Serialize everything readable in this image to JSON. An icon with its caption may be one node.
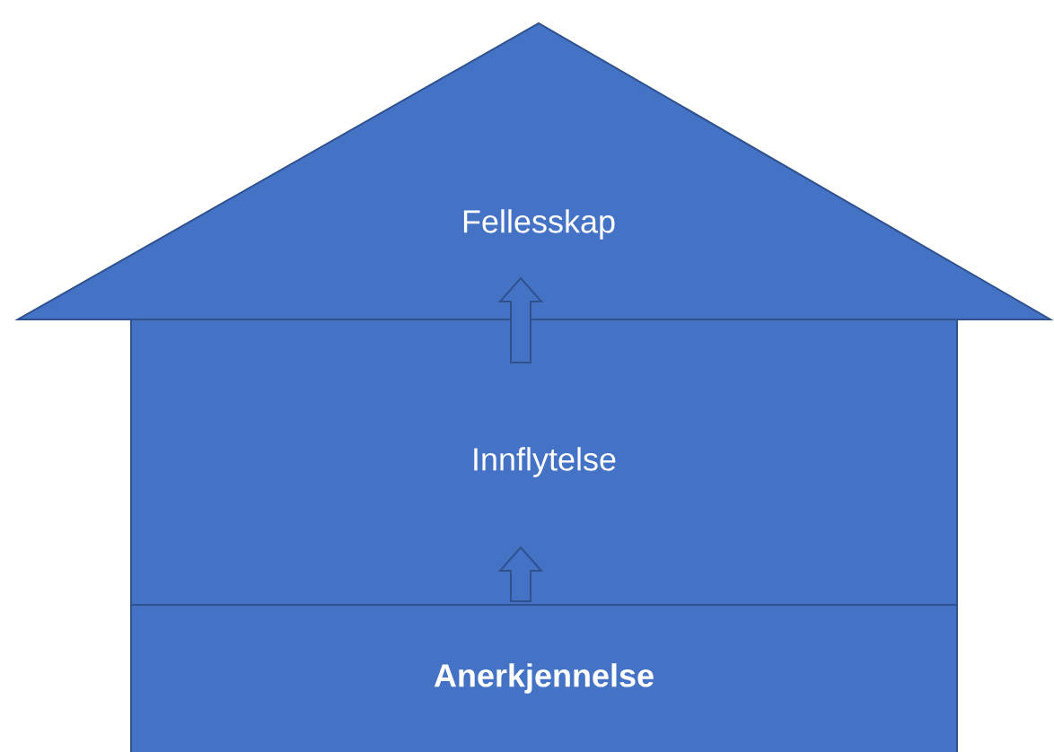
{
  "diagram": {
    "nodes": [
      {
        "text": [
          "Fellesskap"
        ]
      },
      {
        "text": [
          "Innflytelse"
        ]
      },
      {
        "text": [
          "Anerkjennelse"
        ]
      }
    ],
    "edges": [
      {
        "from": 2,
        "to": 1,
        "arrow": "to"
      },
      {
        "from": 1,
        "to": 0,
        "arrow": "to"
      }
    ]
  }
}
